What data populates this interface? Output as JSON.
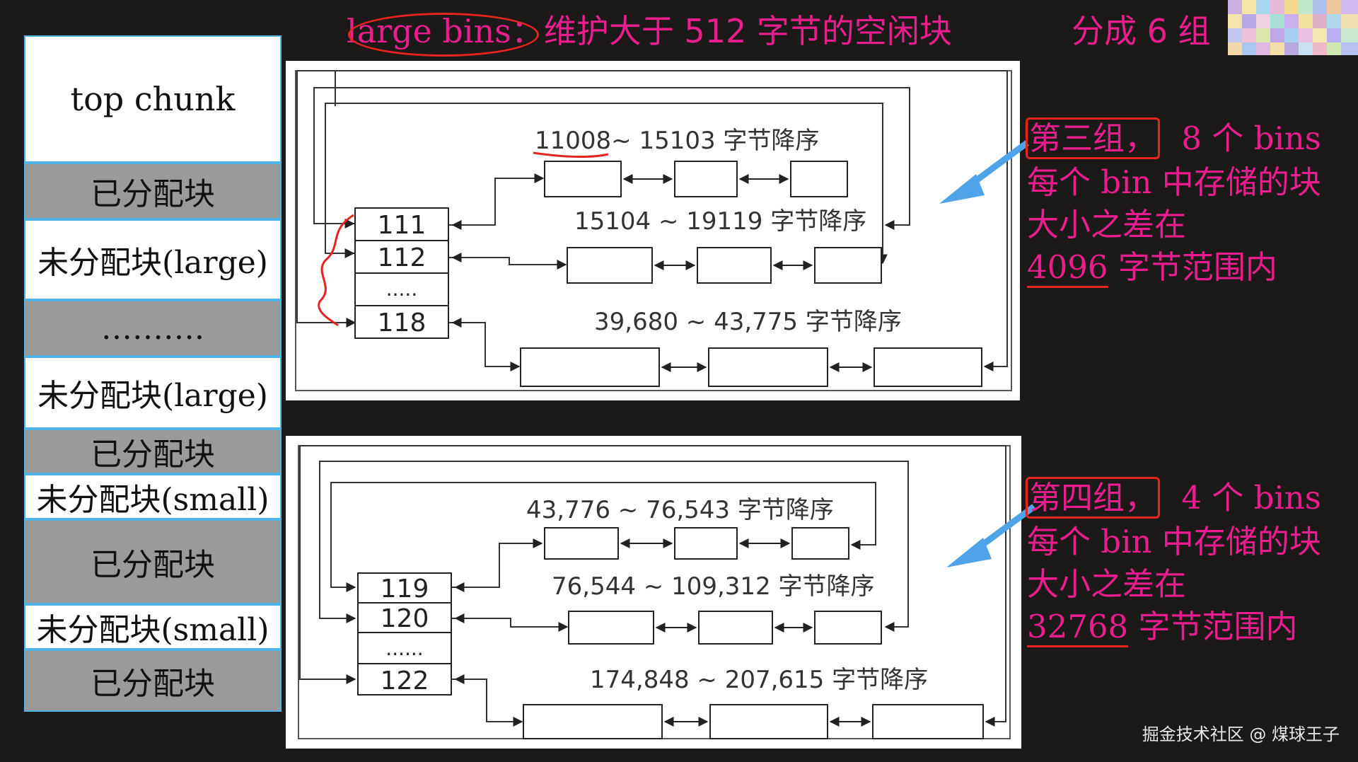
{
  "title": {
    "large_bins": "large bins",
    "desc": "：维护大于 512 字节的空闲块",
    "groups": "分成 6 组"
  },
  "memory_blocks": [
    {
      "label": "top chunk",
      "kind": "white"
    },
    {
      "label": "已分配块",
      "kind": "gray"
    },
    {
      "label": "未分配块(large)",
      "kind": "white"
    },
    {
      "label": "……….",
      "kind": "gray"
    },
    {
      "label": "未分配块(large)",
      "kind": "white"
    },
    {
      "label": "已分配块",
      "kind": "gray"
    },
    {
      "label": "未分配块(small)",
      "kind": "white"
    },
    {
      "label": "已分配块",
      "kind": "gray"
    },
    {
      "label": "未分配块(small)",
      "kind": "white"
    },
    {
      "label": "已分配块",
      "kind": "gray"
    }
  ],
  "panel1": {
    "bins": [
      "111",
      "112",
      ".....",
      "118"
    ],
    "ranges": [
      "11008~ 15103 字节降序",
      "15104 ~ 19119 字节降序",
      "39,680 ~ 43,775 字节降序"
    ]
  },
  "panel2": {
    "bins": [
      "119",
      "120",
      "......",
      "122"
    ],
    "ranges": [
      "43,776 ~ 76,543 字节降序",
      "76,544 ~ 109,312 字节降序",
      "174,848 ~ 207,615 字节降序"
    ]
  },
  "anno1": {
    "group": "第三组，",
    "count": "8 个 bins",
    "line2": "每个 bin 中存储的块",
    "line3": "大小之差在",
    "num": "4096",
    "line4": " 字节范围内"
  },
  "anno2": {
    "group": "第四组，",
    "count": "4 个 bins",
    "line2": "每个 bin 中存储的块",
    "line3": "大小之差在",
    "num": "32768",
    "line4": " 字节范围内"
  },
  "watermark": "掘金技术社区 @ 煤球王子",
  "colors": {
    "magenta": "#e91e8c",
    "red": "#e52420",
    "blue": "#4fb3e8",
    "gray_block": "#9a9a9a"
  }
}
